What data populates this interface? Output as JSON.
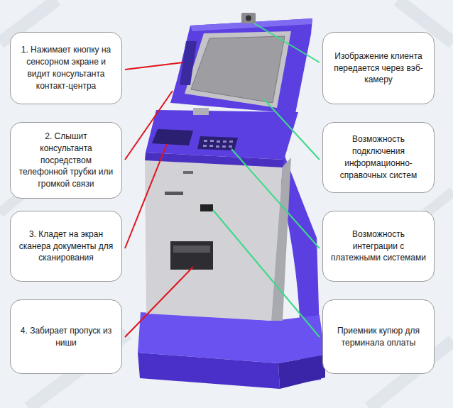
{
  "diagram": {
    "nodes": [
      {
        "text": [
          "1. Нажимает кнопку на сенсорном экране и видит консультанта контакт-центра"
        ]
      },
      {
        "text": [
          "2. Слышит консультанта посредством телефонной трубки или громкой связи"
        ]
      },
      {
        "text": [
          "3. Кладет на экран сканера документы для сканирования"
        ]
      },
      {
        "text": [
          "4. Забирает пропуск из ниши"
        ]
      },
      {
        "text": [
          "Изображение клиента передается через вэб-камеру"
        ]
      },
      {
        "text": [
          "Возможность подключения информационно-справочных систем"
        ]
      },
      {
        "text": [
          "Возможность интеграции с платежными системами"
        ]
      },
      {
        "text": [
          "Приемник купюр для терминала оплаты"
        ]
      }
    ]
  }
}
